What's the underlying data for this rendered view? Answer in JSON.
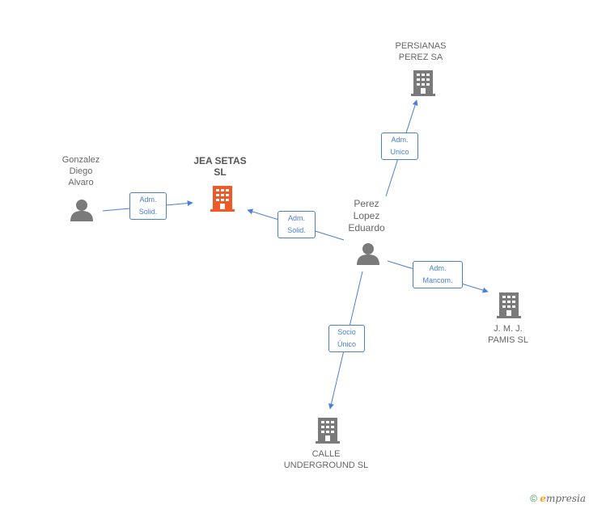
{
  "nodes": {
    "center": {
      "line1": "JEA SETAS",
      "line2": "SL"
    },
    "gonzalez": {
      "line1": "Gonzalez",
      "line2": "Diego",
      "line3": "Alvaro"
    },
    "perez": {
      "line1": "Perez",
      "line2": "Lopez",
      "line3": "Eduardo"
    },
    "persianas": {
      "line1": "PERSIANAS",
      "line2": "PEREZ SA"
    },
    "jmj": {
      "line1": "J.  M.  J.",
      "line2": "PAMIS SL"
    },
    "calle": {
      "line1": "CALLE",
      "line2": "UNDERGROUND SL"
    }
  },
  "edges": {
    "gonzalez_center": {
      "line1": "Adm.",
      "line2": "Solid."
    },
    "perez_center": {
      "line1": "Adm.",
      "line2": "Solid."
    },
    "perez_persianas": {
      "line1": "Adm.",
      "line2": "Unico"
    },
    "perez_jmj": {
      "line1": "Adm.",
      "line2": "Mancom."
    },
    "perez_calle": {
      "line1": "Socio",
      "line2": "Único"
    }
  },
  "footer": {
    "copyright": "©",
    "brand_initial": "e",
    "brand_rest": "mpresia"
  },
  "colors": {
    "edge": "#4a7fd4",
    "center_building": "#f05a28",
    "building": "#7a7a7a",
    "person": "#7a7a7a"
  }
}
